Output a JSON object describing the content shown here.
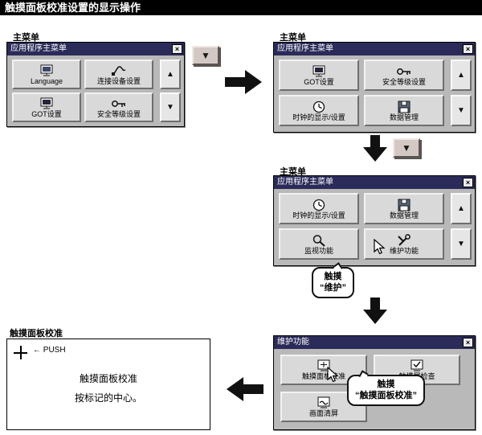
{
  "header": {
    "title": "触摸面板校准设置的显示操作"
  },
  "labels": {
    "main_menu": "主菜单",
    "calibration_panel": "触摸面板校准"
  },
  "glyphs": {
    "close": "×",
    "up": "▲",
    "down": "▼"
  },
  "windows": {
    "menu1": {
      "title": "应用程序主菜单",
      "buttons": [
        {
          "label": "Language"
        },
        {
          "label": "连接设备设置"
        },
        {
          "label": "GOT设置"
        },
        {
          "label": "安全等级设置"
        }
      ]
    },
    "menu2": {
      "title": "应用程序主菜单",
      "buttons": [
        {
          "label": "GOT设置"
        },
        {
          "label": "安全等级设置"
        },
        {
          "label": "时钟的显示/设置"
        },
        {
          "label": "数据管理"
        }
      ]
    },
    "menu3": {
      "title": "应用程序主菜单",
      "buttons": [
        {
          "label": "时钟的显示/设置"
        },
        {
          "label": "数据管理"
        },
        {
          "label": "监视功能"
        },
        {
          "label": "维护功能"
        }
      ]
    },
    "maintenance": {
      "title": "维护功能",
      "buttons": [
        {
          "label": "触摸面板校准"
        },
        {
          "label": "触摸屏检查"
        },
        {
          "label": "画面清屏"
        }
      ]
    }
  },
  "bubbles": {
    "maintain": {
      "line1": "触摸",
      "line2": "“维护”"
    },
    "calibrate": {
      "line1": "触摸",
      "line2": "“触摸面板校准”"
    }
  },
  "calibration_screen": {
    "push_label": "← PUSH",
    "message_line1": "触摸面板校准",
    "message_line2": "按标记的中心。"
  },
  "colors": {
    "header_bg": "#000000",
    "window_title_bg": "#2b2b5a",
    "window_body_bg": "#b9b9b9",
    "button_bg": "#d9d9d9",
    "nav_button_bg": "#d4c8c4",
    "arrow": "#111111"
  }
}
